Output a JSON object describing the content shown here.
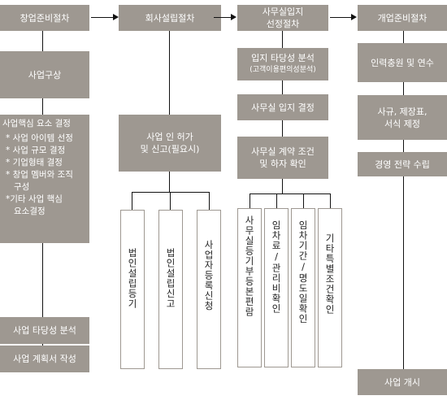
{
  "stages": {
    "prep": "창업준비절차",
    "company": "회사설립절차",
    "office": "사무실입지\n선정절차",
    "open": "개업준비절차"
  },
  "col1": {
    "plan": "사업구상",
    "core_title": "사업핵심 요소 결정",
    "core_items": [
      "* 사업 아이템 선정",
      "* 사업 규모 결정",
      "* 기업형태 결정",
      "* 창업 멤버와 조직\n   구성",
      "*기타 사업 핵심\n   요소결정"
    ],
    "feasibility": "사업 타당성 분석",
    "business_plan": "사업 계획서 작성"
  },
  "col2": {
    "permit": "사업 인 허가\n및 신고(필요시)",
    "sub": [
      "법인설립등기",
      "법인설립신고",
      "사업자등록신청"
    ]
  },
  "col3": {
    "site": "입지 타당성 분석",
    "site_note": "(고객이용편의성분석)",
    "decide": "사무실 입지 결정",
    "contract": "사무실 계약 조건\n및 하자 확인",
    "sub": [
      "사무실등기부등본편람",
      "임차료/관리비확인",
      "임차기간/명도일확인",
      "기타특별조건확인"
    ]
  },
  "col4": {
    "hire": "인력충원 및 연수",
    "rules": "사규, 제장표,\n서식 제정",
    "strategy": "경영 전략 수립",
    "start": "사업 개시"
  }
}
